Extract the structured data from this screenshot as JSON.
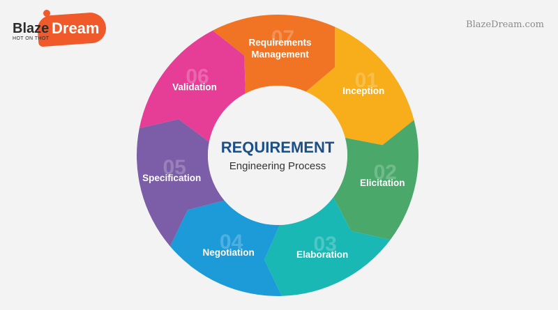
{
  "brand": {
    "name_part1": "Blaze",
    "name_part2": "Dream",
    "tagline": "HOT ON THOT",
    "site": "BlazeDream.com"
  },
  "center": {
    "title": "REQUIREMENT",
    "subtitle": "Engineering Process"
  },
  "steps": [
    {
      "num": "01",
      "label": "Inception",
      "color": "#f8ad1a"
    },
    {
      "num": "02",
      "label": "Elicitation",
      "color": "#4aa86b"
    },
    {
      "num": "03",
      "label": "Elaboration",
      "color": "#1ab8b4"
    },
    {
      "num": "04",
      "label": "Negotiation",
      "color": "#1d9ad8"
    },
    {
      "num": "05",
      "label": "Specification",
      "color": "#7b5ea7"
    },
    {
      "num": "06",
      "label": "Validation",
      "color": "#e63d97"
    },
    {
      "num": "07",
      "label": [
        "Requirements",
        "Management"
      ],
      "color": "#f07424"
    }
  ],
  "colors": {
    "title": "#1d4f86",
    "subtitle": "#333333",
    "background": "#f3f3f3"
  }
}
